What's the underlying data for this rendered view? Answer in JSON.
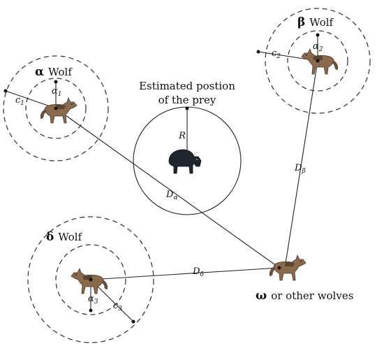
{
  "prey": {
    "caption_line1": "Estimated postion",
    "caption_line2": "of the prey",
    "radius_label": "R"
  },
  "alpha_wolf": {
    "greek": "α",
    "word": "Wolf",
    "c_label": "c",
    "c_sub": "1",
    "a_label": "α",
    "a_sub": "1"
  },
  "beta_wolf": {
    "greek": "β",
    "word": "Wolf",
    "c_label": "c",
    "c_sub": "2",
    "a_label": "α",
    "a_sub": "2"
  },
  "delta_wolf": {
    "greek": "δ",
    "word": "Wolf",
    "c_label": "c",
    "c_sub": "3",
    "a_label": "α",
    "a_sub": "3"
  },
  "omega_wolf": {
    "greek": "ω",
    "word": "or other wolves"
  },
  "distances": {
    "alpha": {
      "label": "D",
      "sub": "α"
    },
    "beta": {
      "label": "D",
      "sub": "β"
    },
    "delta": {
      "label": "D",
      "sub": "δ"
    }
  },
  "icons": {
    "wolf": "wolf-icon",
    "prey": "bison-icon"
  },
  "colors": {
    "stroke": "#222222",
    "wolf_body": "#8a6a4a",
    "bison": "#1f2630"
  }
}
